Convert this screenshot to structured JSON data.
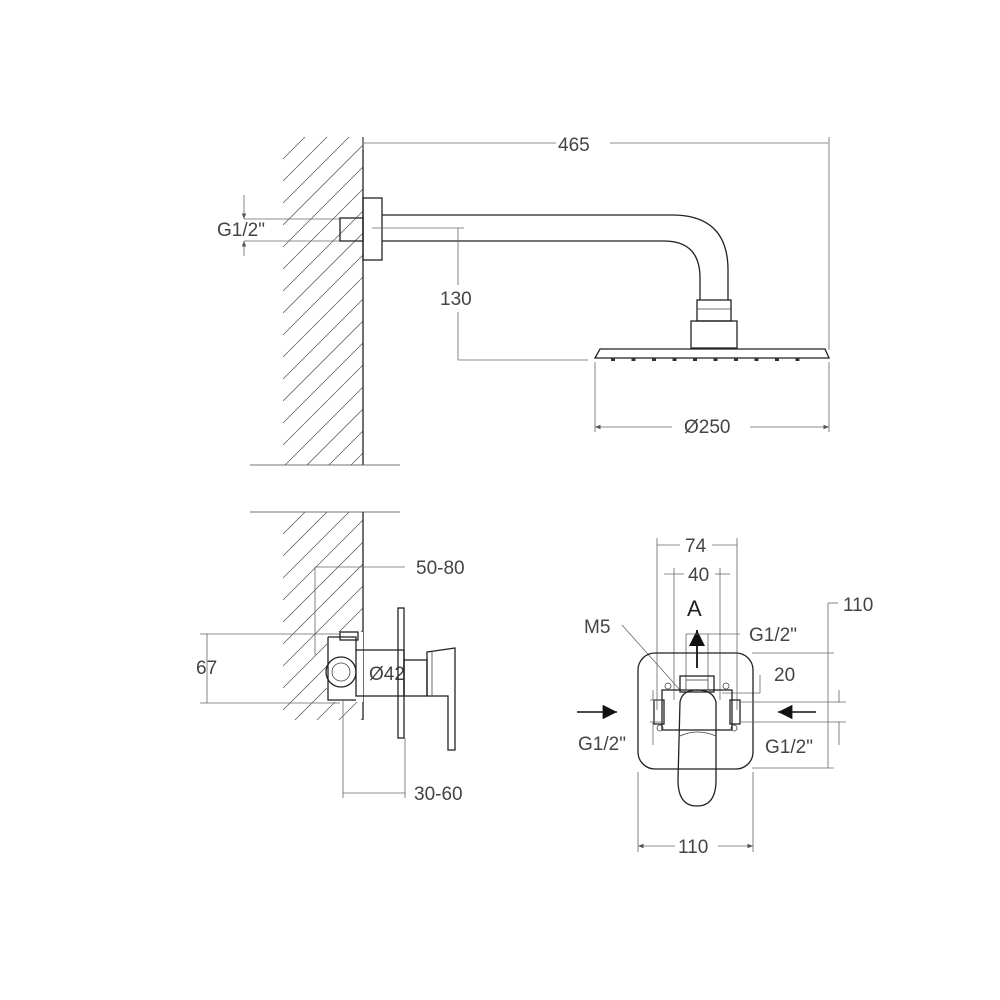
{
  "labels": {
    "width_total": "465",
    "thread_top": "G1/2\"",
    "drop": "130",
    "head_diameter": "Ø250",
    "depth_range": "50-80",
    "height_67": "67",
    "body_diameter": "Ø42",
    "cover_range": "30-60",
    "w74": "74",
    "w40": "40",
    "h110": "110",
    "outlet_letter": "A",
    "m5": "M5",
    "outlet_thread": "G1/2\"",
    "spacing20": "20",
    "inlet_left": "G1/2\"",
    "inlet_right": "G1/2\"",
    "w110": "110"
  }
}
